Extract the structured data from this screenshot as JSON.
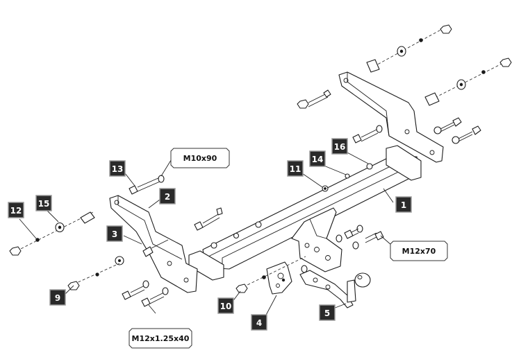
{
  "callouts": {
    "m10x90": "M10x90",
    "m12x70": "M12x70",
    "m12x125x40": "M12x1.25x40"
  },
  "parts": {
    "p1": "1",
    "p2": "2",
    "p3": "3",
    "p4": "4",
    "p5": "5",
    "p9": "9",
    "p10": "10",
    "p11": "11",
    "p12": "12",
    "p13": "13",
    "p14": "14",
    "p15": "15",
    "p16": "16"
  }
}
